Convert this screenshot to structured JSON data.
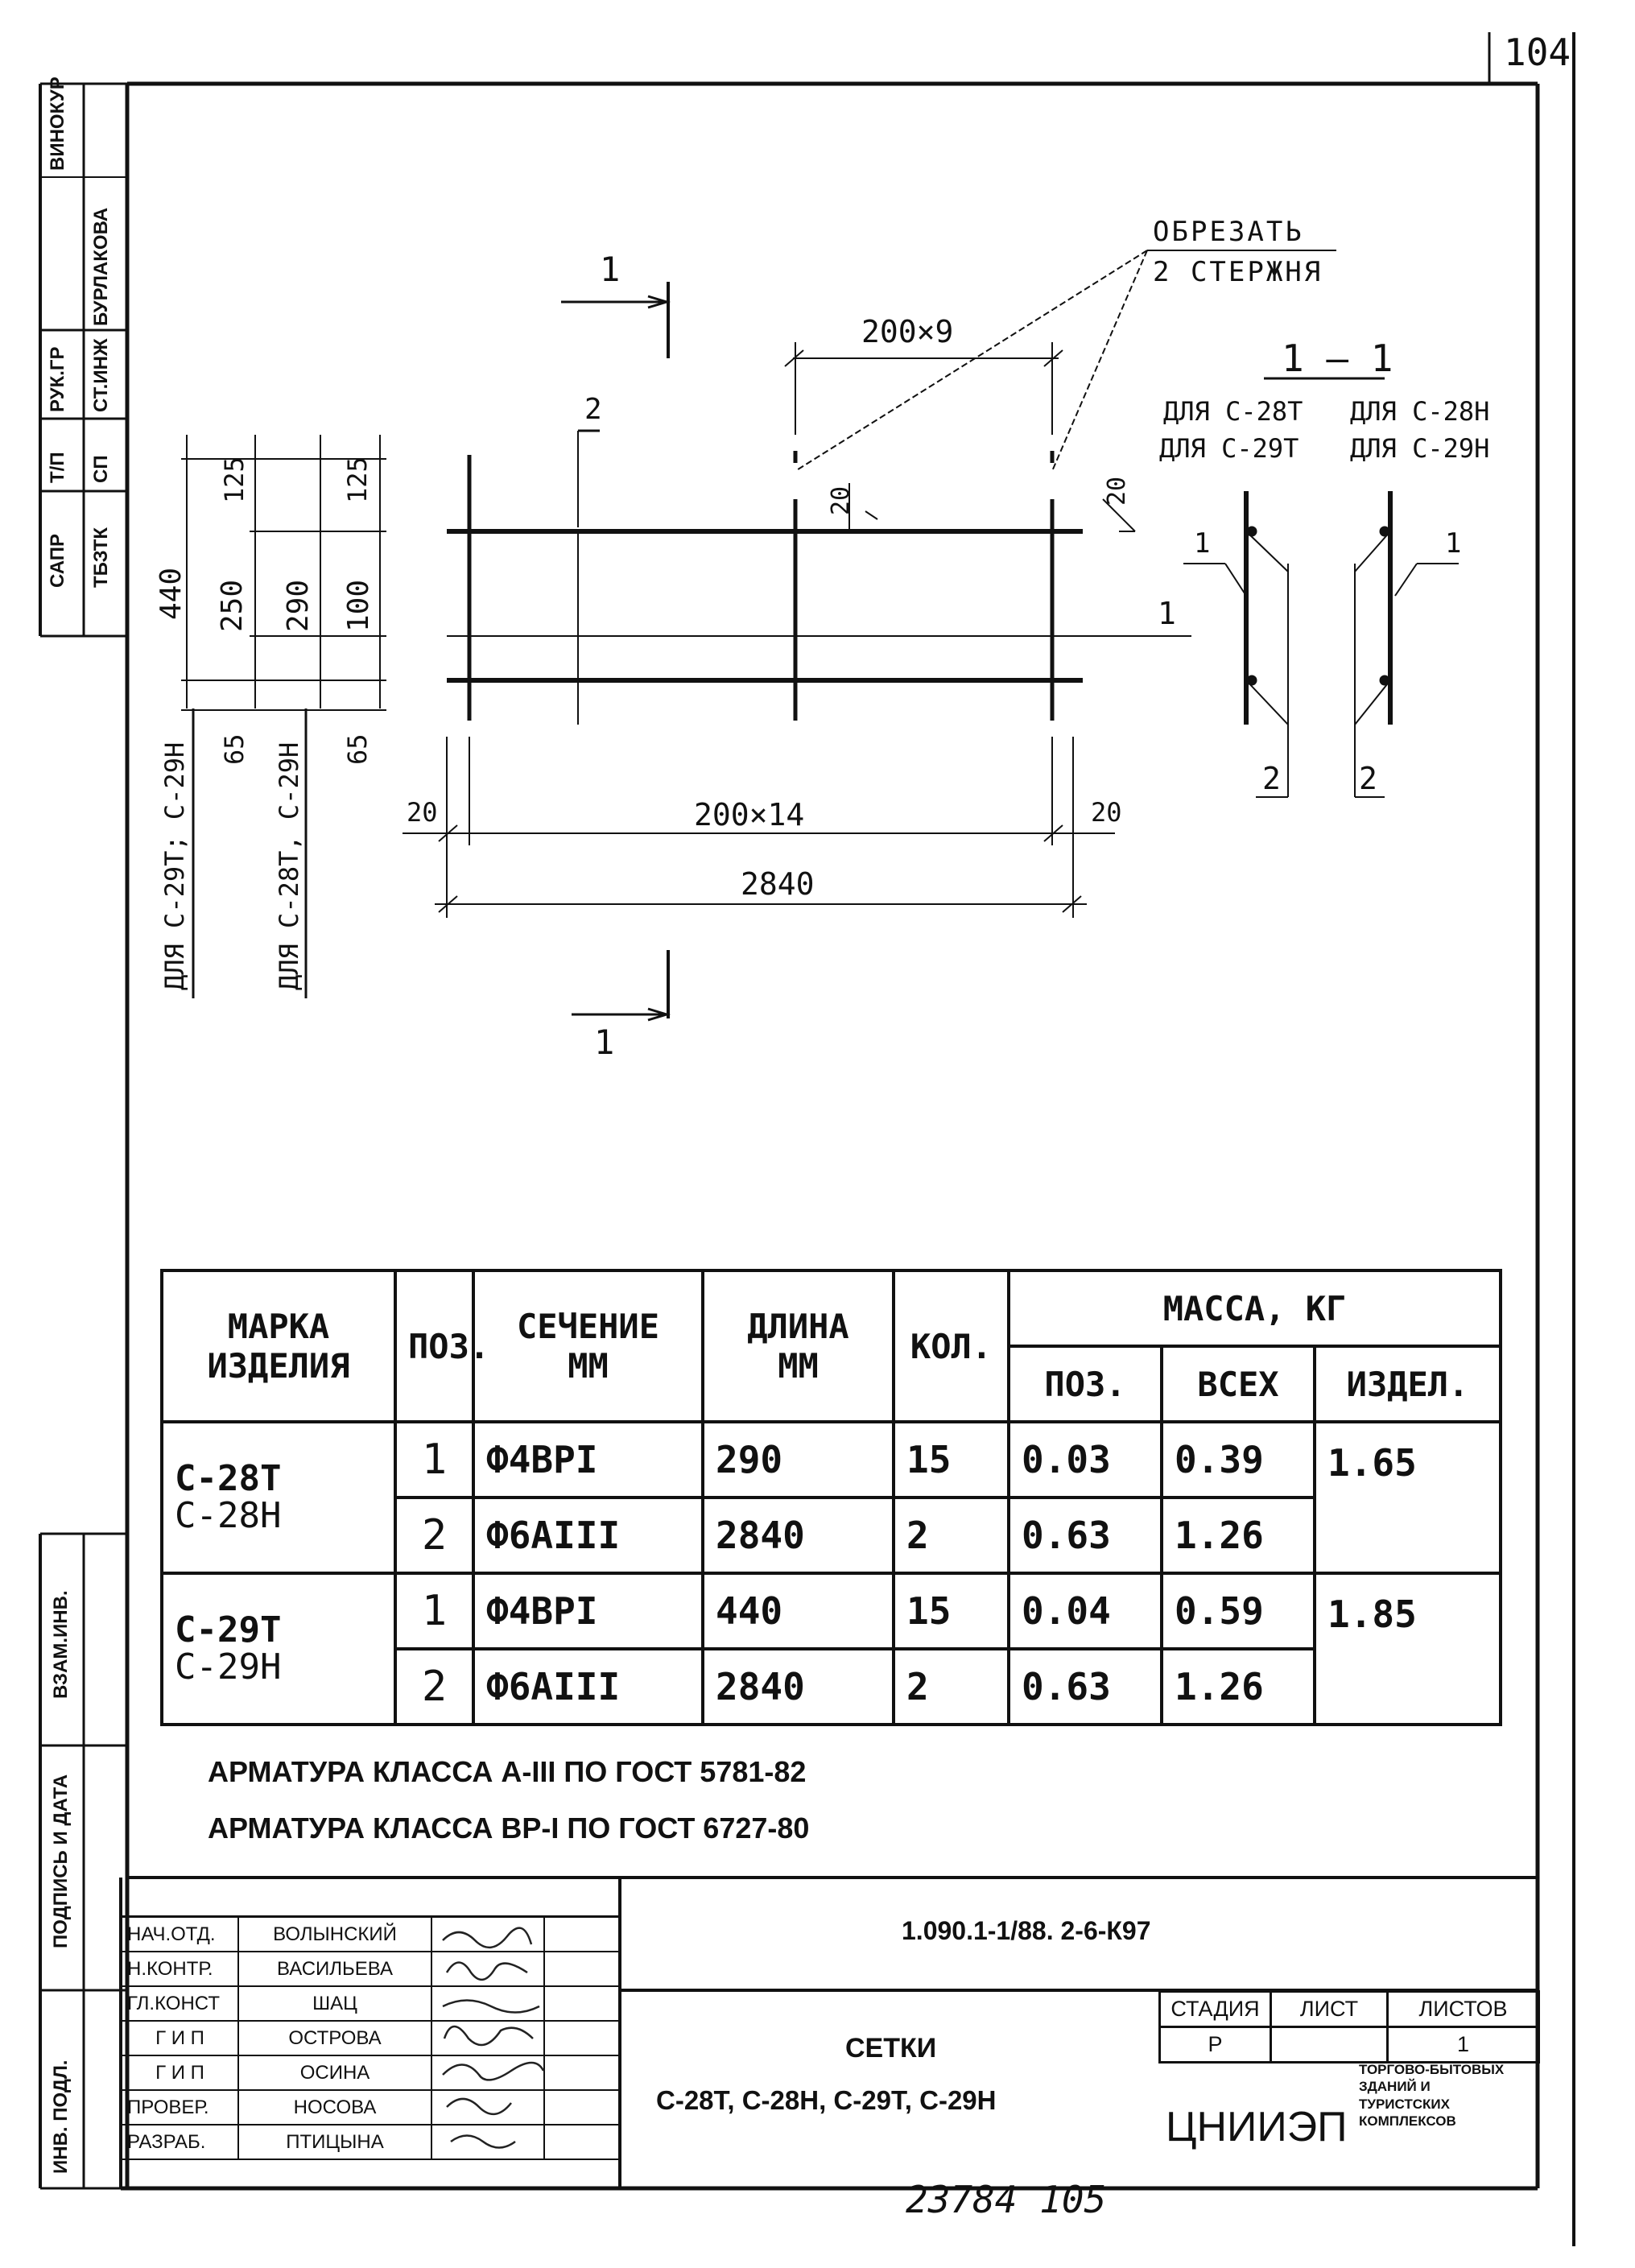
{
  "page": {
    "sheet_number": "104",
    "bottom_handwritten": "23784   105"
  },
  "side_stamp": {
    "top_cells": [
      "ВИНОКУР",
      "БУРЛАКОВА",
      "РУК.ГР",
      "СТ.ИНЖ",
      "Т/П",
      "СП",
      "САПР",
      "ТБЗТК"
    ],
    "bottom_cells": [
      "ВЗАМ.ИНВ.",
      "ПОДПИСЬ И ДАТА",
      "ИНВ. ПОДЛ."
    ]
  },
  "drawing": {
    "note_cut_line1": "ОБРЕЗАТЬ",
    "note_cut_line2": "2 СТЕРЖНЯ",
    "section_mark": "1",
    "section_title": "1 — 1",
    "section_for_left_1": "ДЛЯ С-28Т",
    "section_for_right_1": "ДЛЯ С-28Н",
    "section_for_left_2": "ДЛЯ С-29Т",
    "section_for_right_2": "ДЛЯ С-29Н",
    "dim_200x9": "200×9",
    "dim_200x14": "200×14",
    "dim_2840": "2840",
    "dim_20": "20",
    "dim_440": "440",
    "dim_290": "290",
    "dim_250": "250",
    "dim_100": "100",
    "dim_125": "125",
    "dim_65": "65",
    "left_note_a": "ДЛЯ С-29Т; С-29Н",
    "left_note_b": "ДЛЯ С-28Т, С-29Н",
    "pos_1": "1",
    "pos_2": "2"
  },
  "spec_table": {
    "headers": {
      "mark_line1": "МАРКА",
      "mark_line2": "ИЗДЕЛИЯ",
      "pos": "ПОЗ.",
      "section_line1": "СЕЧЕНИЕ",
      "section_line2": "ММ",
      "length_line1": "ДЛИНА",
      "length_line2": "ММ",
      "qty": "КОЛ.",
      "mass": "МАССА, КГ",
      "mass_pos": "ПОЗ.",
      "mass_all": "ВСЕХ",
      "mass_item": "ИЗДЕЛ."
    },
    "groups": [
      {
        "mark": "С-28Т",
        "mark_alt": "С-28Н",
        "item_mass": "1.65",
        "rows": [
          {
            "pos": "1",
            "section": "Ф4ВРI",
            "length": "290",
            "qty": "15",
            "mass_pos": "0.03",
            "mass_all": "0.39"
          },
          {
            "pos": "2",
            "section": "Ф6АIII",
            "length": "2840",
            "qty": "2",
            "mass_pos": "0.63",
            "mass_all": "1.26"
          }
        ]
      },
      {
        "mark": "С-29Т",
        "mark_alt": "С-29Н",
        "item_mass": "1.85",
        "rows": [
          {
            "pos": "1",
            "section": "Ф4ВРI",
            "length": "440",
            "qty": "15",
            "mass_pos": "0.04",
            "mass_all": "0.59"
          },
          {
            "pos": "2",
            "section": "Ф6АIII",
            "length": "2840",
            "qty": "2",
            "mass_pos": "0.63",
            "mass_all": "1.26"
          }
        ]
      }
    ]
  },
  "notes": [
    "АРМАТУРА КЛАССА А-III ПО ГОСТ 5781-82",
    "АРМАТУРА КЛАССА ВР-I ПО ГОСТ 6727-80"
  ],
  "title_block": {
    "doc_code": "1.090.1-1/88. 2-6-К97",
    "title": "СЕТКИ",
    "subtitle": "С-28Т, С-28Н, С-29Т, С-29Н",
    "stage_label": "СТАДИЯ",
    "sheet_label": "ЛИСТ",
    "sheets_label": "ЛИСТОВ",
    "stage": "Р",
    "sheet": "",
    "sheets": "1",
    "org": "ЦНИИЭП",
    "org_desc": "ТОРГОВО-БЫТОВЫХ ЗДАНИЙ И ТУРИСТСКИХ КОМПЛЕКСОВ",
    "signatures": [
      {
        "role": "НАЧ.ОТД.",
        "name": "ВОЛЫНСКИЙ"
      },
      {
        "role": "Н.КОНТР.",
        "name": "ВАСИЛЬЕВА"
      },
      {
        "role": "ГЛ.КОНСТ",
        "name": "ШАЦ"
      },
      {
        "role": "Г И П",
        "name": "ОСТРОВА"
      },
      {
        "role": "Г И П",
        "name": "ОСИНА"
      },
      {
        "role": "ПРОВЕР.",
        "name": "НОСОВА"
      },
      {
        "role": "РАЗРАБ.",
        "name": "ПТИЦЫНА"
      }
    ]
  }
}
